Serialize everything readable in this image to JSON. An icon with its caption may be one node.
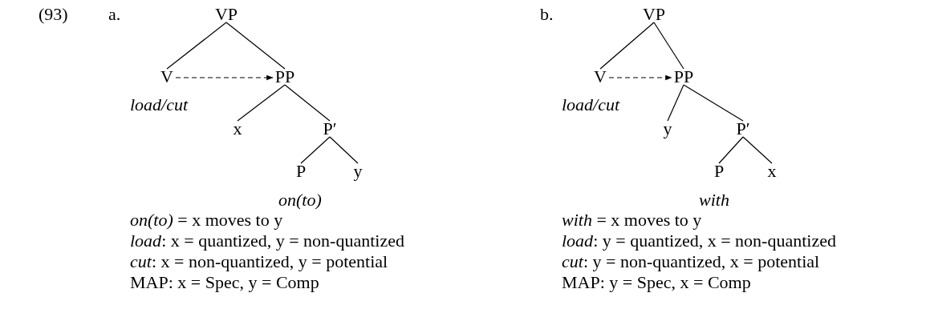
{
  "diagram": {
    "nodes": [
      {
        "text": [
          "VP"
        ]
      },
      {
        "text": [
          "V"
        ],
        "beside": [
          "load/cut"
        ]
      },
      {
        "text": [
          "PP"
        ]
      },
      {
        "text": [
          "x"
        ]
      },
      {
        "text": [
          "P′"
        ]
      },
      {
        "text": [
          "P"
        ],
        "beside": [
          "on(to)"
        ]
      },
      {
        "text": [
          "y"
        ]
      },
      {
        "text": [
          "VP"
        ]
      },
      {
        "text": [
          "V"
        ],
        "beside": [
          "load/cut"
        ]
      },
      {
        "text": [
          "PP"
        ]
      },
      {
        "text": [
          "y"
        ]
      },
      {
        "text": [
          "P′"
        ]
      },
      {
        "text": [
          "P"
        ],
        "beside": [
          "with"
        ]
      },
      {
        "text": [
          "x"
        ]
      }
    ],
    "edges": [
      {
        "from": 0,
        "to": 1,
        "arrow": "none"
      },
      {
        "from": 0,
        "to": 2,
        "arrow": "none"
      },
      {
        "from": 1,
        "to": 2,
        "arrow": "to",
        "style": "dashed"
      },
      {
        "from": 2,
        "to": 3,
        "arrow": "none"
      },
      {
        "from": 2,
        "to": 4,
        "arrow": "none"
      },
      {
        "from": 4,
        "to": 5,
        "arrow": "none"
      },
      {
        "from": 4,
        "to": 6,
        "arrow": "none"
      },
      {
        "from": 7,
        "to": 8,
        "arrow": "none"
      },
      {
        "from": 7,
        "to": 9,
        "arrow": "none"
      },
      {
        "from": 8,
        "to": 9,
        "arrow": "to",
        "style": "dashed"
      },
      {
        "from": 9,
        "to": 10,
        "arrow": "none"
      },
      {
        "from": 9,
        "to": 11,
        "arrow": "none"
      },
      {
        "from": 11,
        "to": 12,
        "arrow": "none"
      },
      {
        "from": 11,
        "to": 13,
        "arrow": "none"
      }
    ],
    "labels": [
      "(93)",
      "a.",
      "b.",
      "*on(to)* = x moves to y",
      "*with* = x moves to y",
      "*load*: x = quantized, y = non-quantized",
      "*load*: y = quantized, x = non-quantized",
      "*cut*: x = non-quantized, y = potential",
      "*cut*: y = non-quantized, x = potential",
      "MAP: x = Spec, y = Comp",
      "MAP: y = Spec, x = Comp"
    ]
  }
}
